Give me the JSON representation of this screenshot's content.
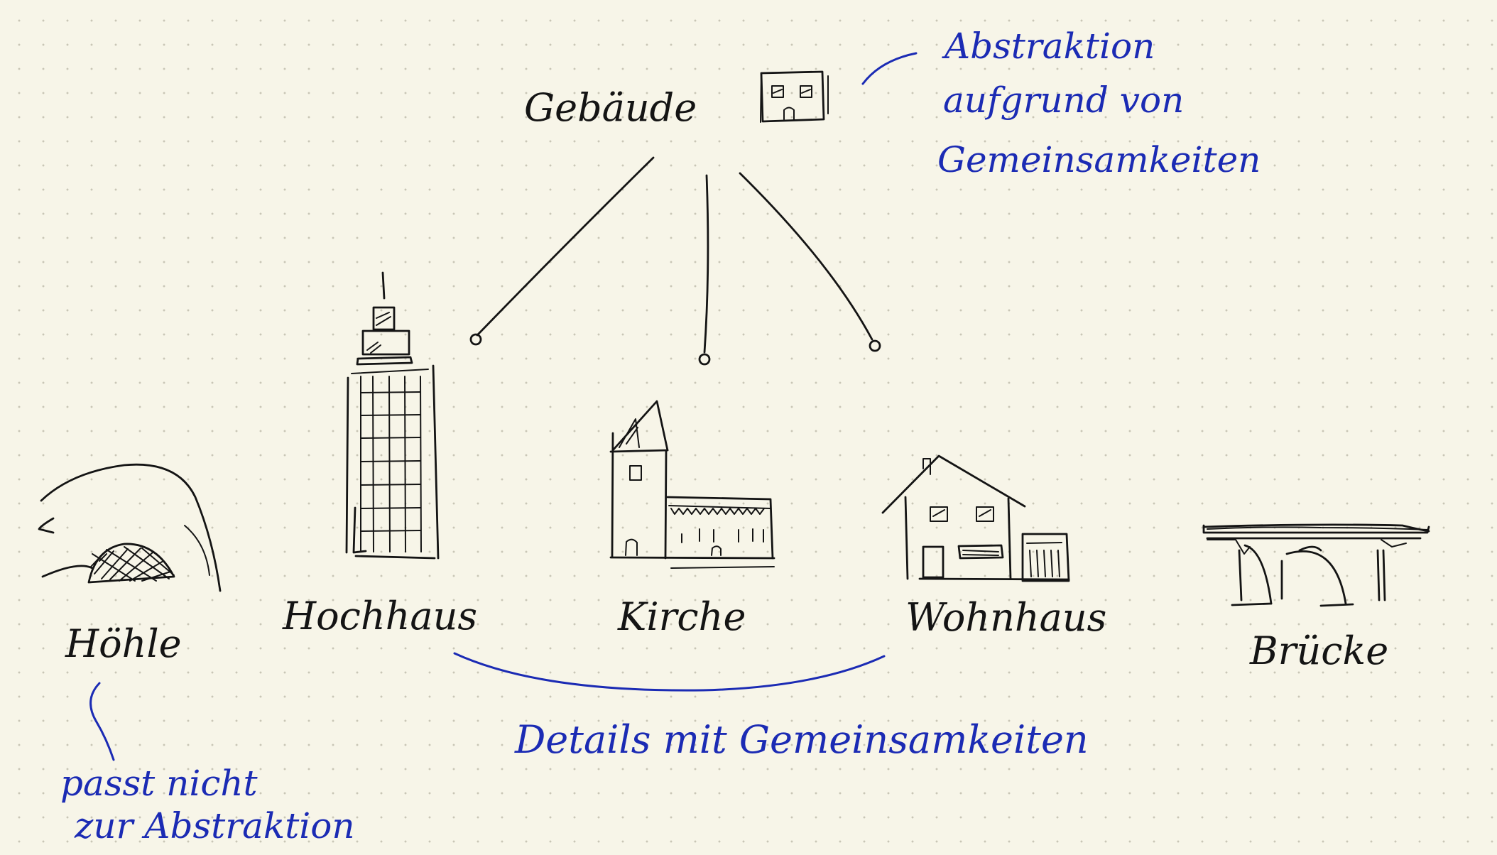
{
  "diagram": {
    "root": {
      "label": "Gebäude",
      "icon": "building-window-icon"
    },
    "abstraction_note": {
      "lines": [
        "Abstraktion",
        "aufgrund von",
        "Gemeinsamkeiten"
      ]
    },
    "children": [
      {
        "label": "Hochhaus",
        "icon": "skyscraper-icon"
      },
      {
        "label": "Kirche",
        "icon": "church-icon"
      },
      {
        "label": "Wohnhaus",
        "icon": "house-icon"
      }
    ],
    "outliers": [
      {
        "label": "Höhle",
        "icon": "cave-icon"
      },
      {
        "label": "Brücke",
        "icon": "bridge-icon"
      }
    ],
    "details_note": "Details mit Gemeinsamkeiten",
    "cave_note": {
      "lines": [
        "passt nicht",
        "zur Abstraktion"
      ]
    },
    "colors": {
      "paper": "#f7f5e8",
      "dots": "#c9c6b6",
      "ink": "#141414",
      "annotation": "#1b2bb4"
    }
  }
}
